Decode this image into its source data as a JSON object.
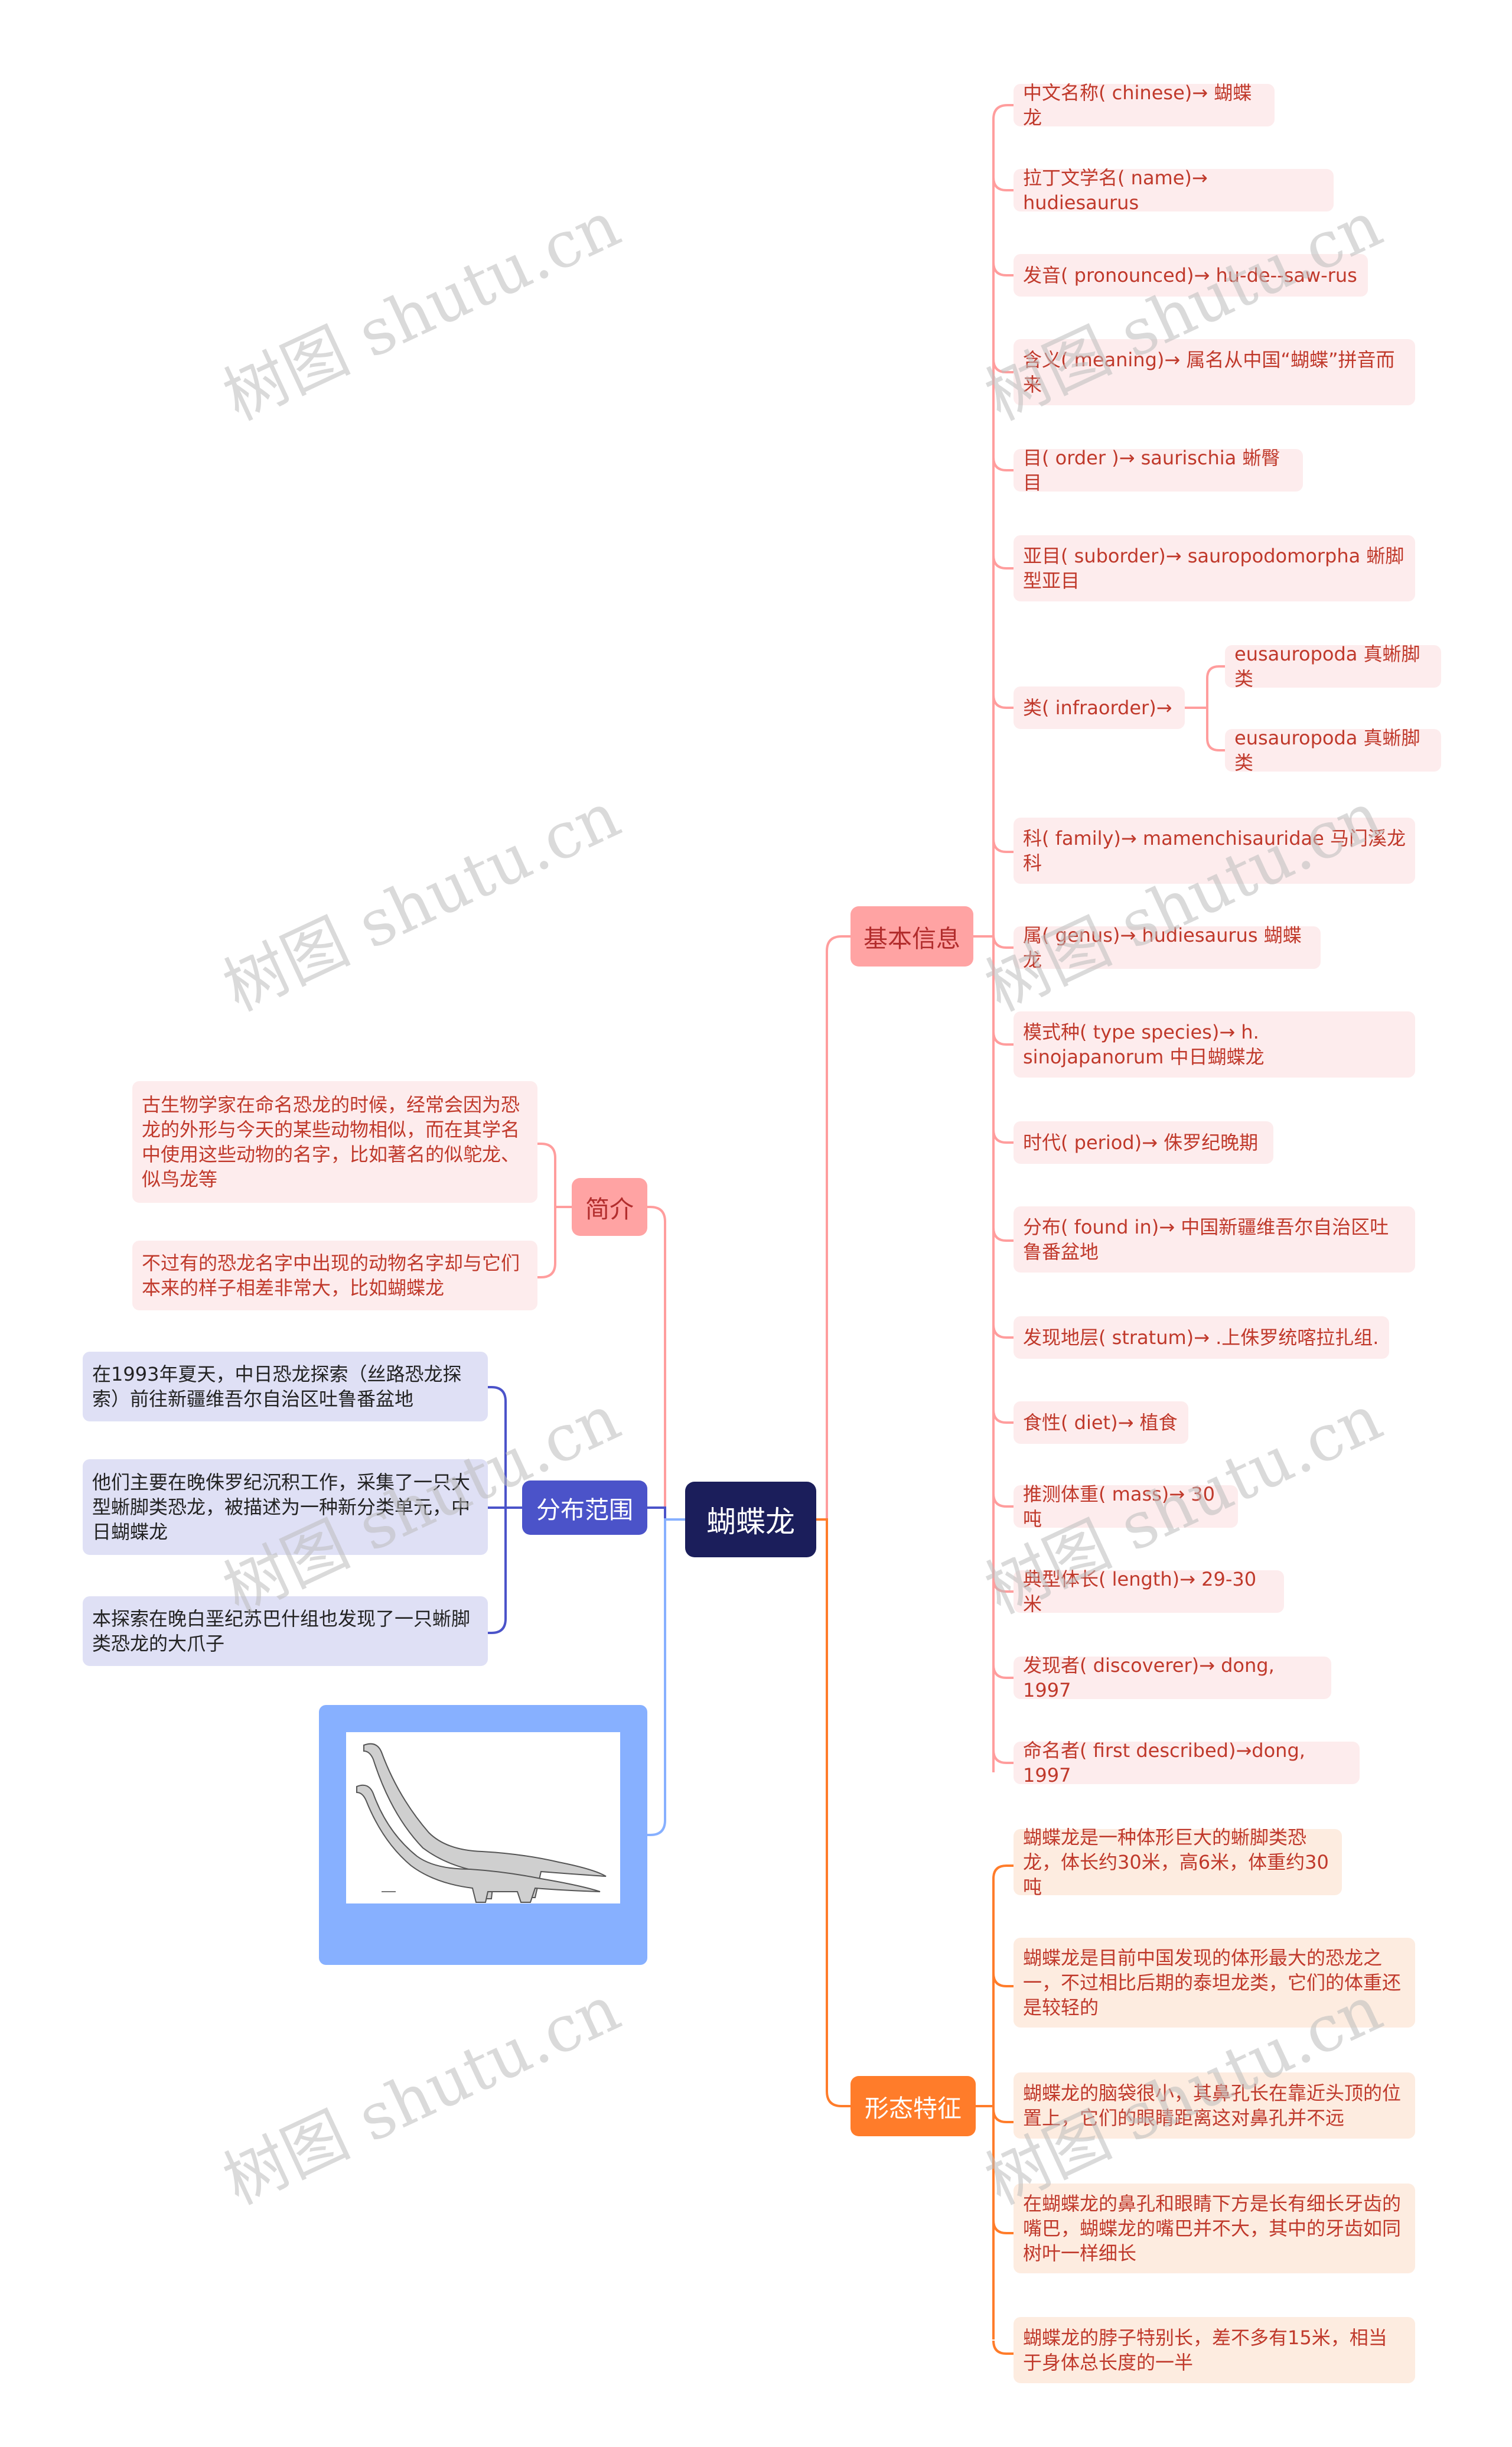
{
  "root": {
    "label": "蝴蝶龙"
  },
  "branches": {
    "basic": "基本信息",
    "intro": "简介",
    "dist": "分布范围",
    "morph": "形态特征"
  },
  "basic_items": [
    "中文名称( chinese)→ 蝴蝶龙",
    "拉丁文学名( name)→ hudiesaurus",
    "发音( pronounced)→ hu-de--saw-rus",
    "含义( meaning)→ 属名从中国“蝴蝶”拼音而来",
    "目( order )→ saurischia 蜥臀目",
    "亚目( suborder)→ sauropodomorpha 蜥脚型亚目",
    "类( infraorder)→",
    "科( family)→ mamenchisauridae 马门溪龙科",
    "属( genus)→ hudiesaurus 蝴蝶龙",
    "模式种( type species)→ h. sinojapanorum 中日蝴蝶龙",
    "时代( period)→ 侏罗纪晚期",
    "分布( found in)→ 中国新疆维吾尔自治区吐鲁番盆地",
    "发现地层( stratum)→ .上侏罗统喀拉扎组.",
    "食性( diet)→ 植食",
    "推测体重( mass)→ 30吨",
    "典型体长( length)→ 29-30米",
    "发现者( discoverer)→ dong, 1997",
    "命名者( first described)→dong, 1997"
  ],
  "infraorder_items": [
    "eusauropoda 真蜥脚类",
    "eusauropoda 真蜥脚类"
  ],
  "intro_items": [
    "古生物学家在命名恐龙的时候，经常会因为恐龙的外形与今天的某些动物相似，而在其学名中使用这些动物的名字，比如著名的似鸵龙、似鸟龙等",
    "不过有的恐龙名字中出现的动物名字却与它们本来的样子相差非常大，比如蝴蝶龙"
  ],
  "dist_items": [
    "在1993年夏天，中日恐龙探索（丝路恐龙探索）前往新疆维吾尔自治区吐鲁番盆地",
    "他们主要在晚侏罗纪沉积工作，采集了一只大型蜥脚类恐龙，被描述为一种新分类单元，中日蝴蝶龙",
    "本探索在晚白垩纪苏巴什组也发现了一只蜥脚类恐龙的大爪子"
  ],
  "morph_items": [
    "蝴蝶龙是一种体形巨大的蜥脚类恐龙，体长约30米，高6米，体重约30吨",
    "蝴蝶龙是目前中国发现的体形最大的恐龙之一，不过相比后期的泰坦龙类，它们的体重还是较轻的",
    "蝴蝶龙的脑袋很小，其鼻孔长在靠近头顶的位置上，它们的眼睛距离这对鼻孔并不远",
    "在蝴蝶龙的鼻孔和眼睛下方是长有细长牙齿的嘴巴，蝴蝶龙的嘴巴并不大，其中的牙齿如同树叶一样细长",
    "蝴蝶龙的脖子特别长，差不多有15米，相当于身体总长度的一半"
  ],
  "watermark": "树图 shutu.cn",
  "colors": {
    "root_bg": "#1b1e5b",
    "basic": "#ffa3a3",
    "intro": "#ffa3a3",
    "dist": "#4b53c9",
    "morph": "#ff7c2a",
    "image_frame": "#87b0ff"
  }
}
